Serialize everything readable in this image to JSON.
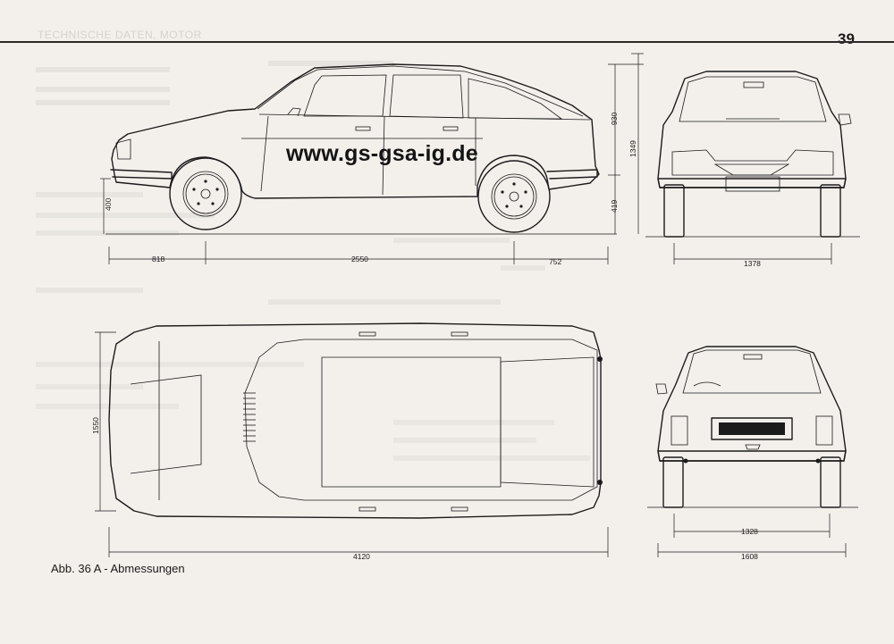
{
  "header": {
    "ghost_title": "TECHNISCHE DATEN, MOTOR",
    "page_number": "39"
  },
  "watermark": "www.gs-gsa-ig.de",
  "caption": "Abb. 36 A - Abmessungen",
  "dimensions": {
    "side": {
      "length_front_overhang": "818",
      "wheelbase": "2550",
      "rear_overhang": "752",
      "roof_height": "930",
      "total_height": "1349",
      "rear_low_height": "419",
      "front_low_height": "400"
    },
    "front": {
      "front_track_width": "1378"
    },
    "top": {
      "overall_length": "4120",
      "top_width": "1550"
    },
    "rear": {
      "rear_track_width": "1328",
      "overall_width": "1608"
    }
  }
}
